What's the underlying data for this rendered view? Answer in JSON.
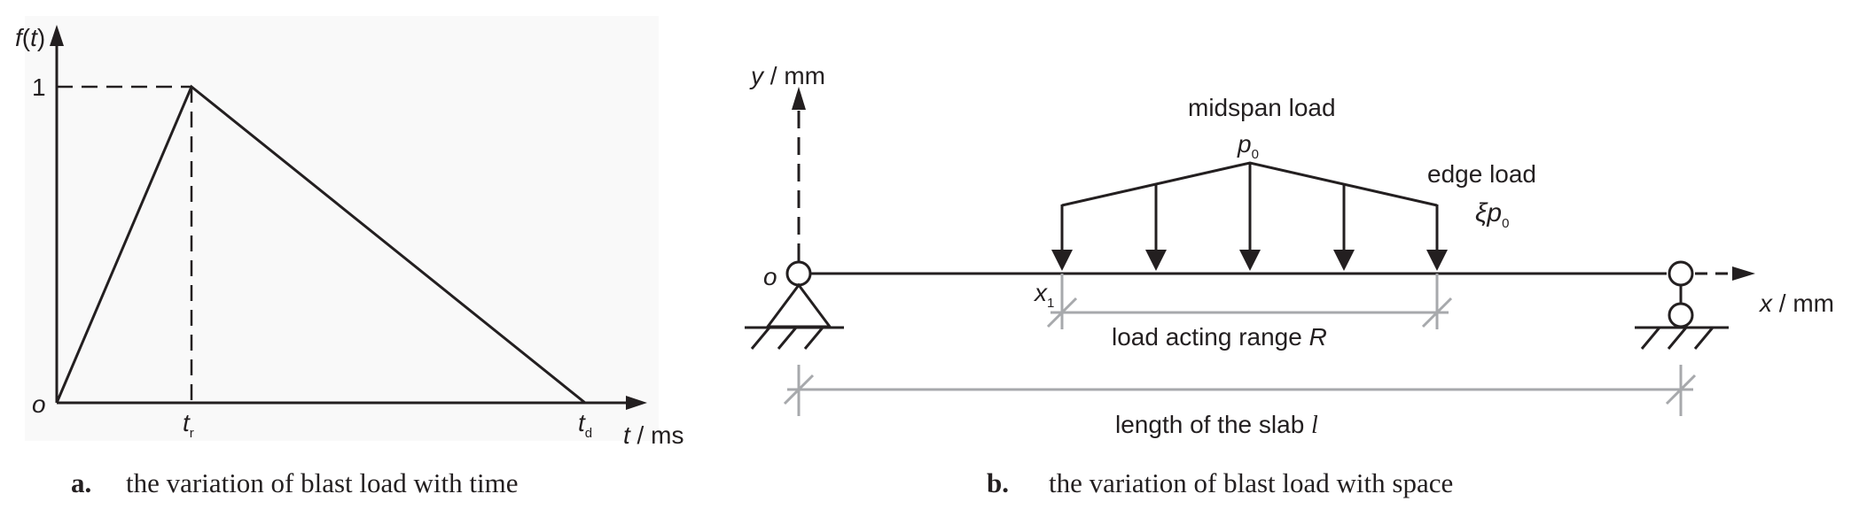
{
  "panel_a": {
    "y_label_f": "f",
    "y_label_open": "(",
    "y_label_t": "t",
    "y_label_close": ")",
    "y_tick_one": "1",
    "origin_label": "o",
    "tr_main": "t",
    "tr_sub": "r",
    "td_main": "t",
    "td_sub": "d",
    "x_label_t": "t",
    "x_label_unit": " / ms",
    "caption_letter": "a.",
    "caption_text": "the variation of blast load with time"
  },
  "panel_b": {
    "y_label_y": "y",
    "y_label_unit": " / mm",
    "midspan_label": "midspan load",
    "p0_main": "p",
    "p0_sub": "0",
    "edge_label": "edge load",
    "xi": "ξ",
    "xip_main": "p",
    "xip_sub": "0",
    "origin_label": "o",
    "x1_main": "x",
    "x1_sub": "1",
    "x_label_x": "x",
    "x_label_unit": " / mm",
    "range_label": "load acting range ",
    "range_symbol": "R",
    "length_label": "length of the slab ",
    "length_symbol": "l",
    "caption_letter": "b.",
    "caption_text": "the variation of blast load with space"
  },
  "colors": {
    "ink": "#231f20",
    "gray": "#a7a9ac",
    "panel_bg": "#f9f9f9"
  }
}
